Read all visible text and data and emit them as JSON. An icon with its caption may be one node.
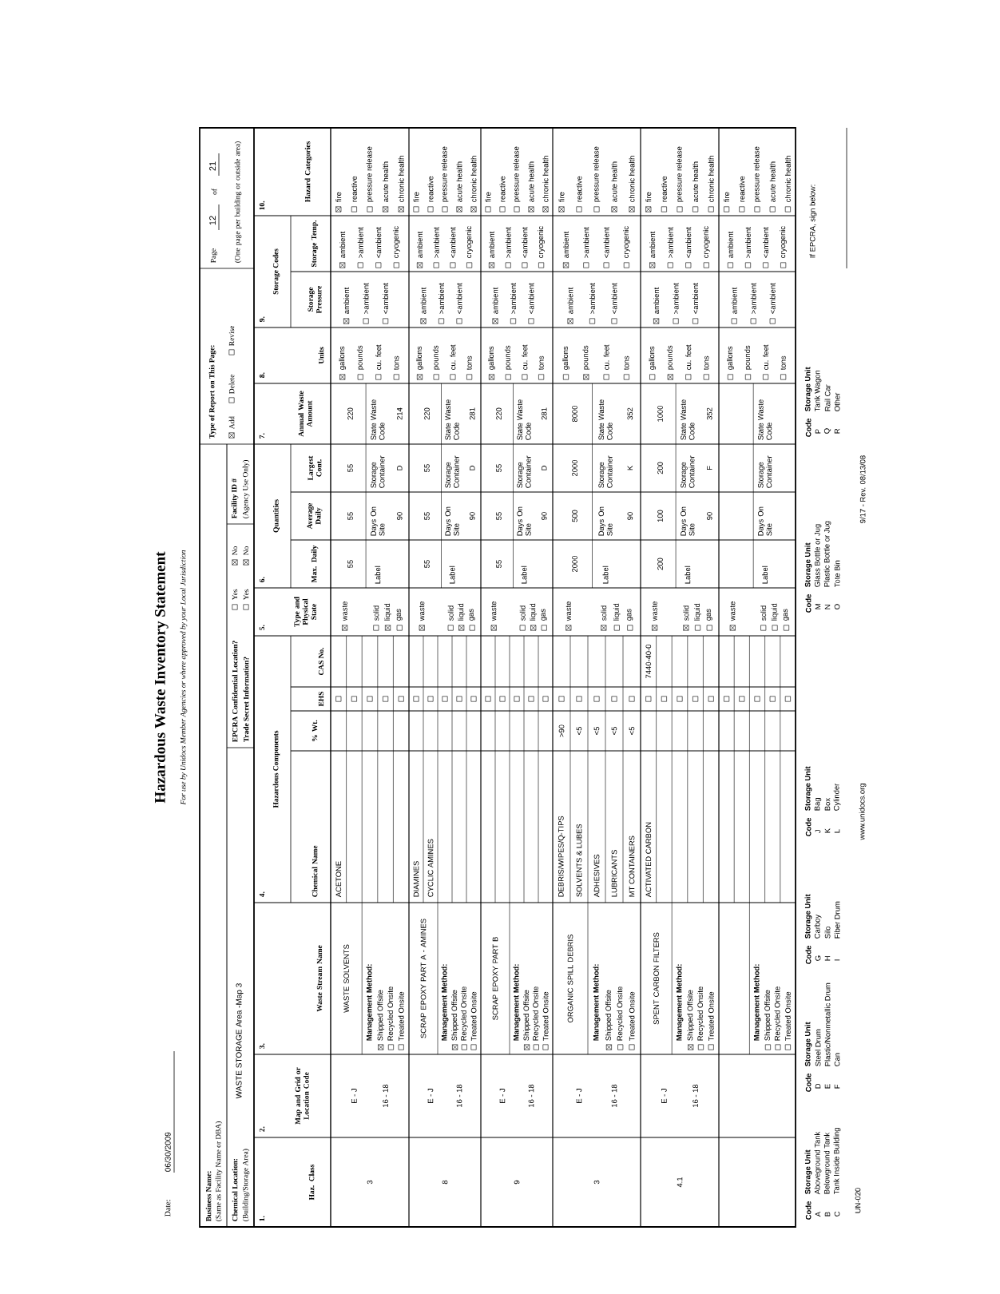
{
  "diagram": {
    "title": "Hazardous Waste Inventory Statement",
    "labels": [
      "Date:",
      "06/30/2009",
      "For use by Unidocs Member Agencies or where approved by your Local Jurisdiction",
      "Business Name:",
      "(Same as Facility Name or DBA)",
      "Chemical Location:",
      "(Building/Storage Area)",
      "WASTE STORAGE Area -Map 3",
      "EPCRA Confidential Location?",
      "Trade Secret Information?",
      "Yes",
      "No",
      "Yes",
      "No",
      "Facility ID #",
      "(Agency Use Only)",
      "Type of Report on This Page:",
      "Add",
      "Delete",
      "Revise",
      "Page",
      "12",
      "of",
      "21",
      "(One page per building or outside area)",
      "1.",
      "Haz. Class",
      "2.",
      "Map and Grid or Location Code",
      "3.",
      "Waste Stream Name",
      "4.",
      "Hazardous Components",
      "Chemical Name",
      "% Wt.",
      "EHS",
      "CAS No.",
      "5.",
      "Type and Physical State",
      "6.",
      "Quantities",
      "Max. Daily",
      "Average Daily",
      "Largest Cont.",
      "7.",
      "Annual Waste Amount",
      "8.",
      "Units",
      "9.",
      "Storage Codes",
      "Storage Pressure",
      "Storage Temp.",
      "10.",
      "Hazard Categories",
      "3",
      "E - J",
      "16 - 18",
      "WASTE SOLVENTS",
      "Management Method:",
      "Shipped Offsite",
      "Recycled Onsite",
      "Treated Onsite",
      "ACETONE",
      "waste",
      "solid",
      "liquid",
      "gas",
      "55",
      "55",
      "55",
      "220",
      "Label",
      "Days On Site",
      "90",
      "Storage Container",
      "D",
      "State Waste Code",
      "214",
      "gallons",
      "pounds",
      "cu. feet",
      "tons",
      "ambient",
      ">ambient",
      "<ambient",
      "ambient",
      ">ambient",
      "<ambient",
      "cryogenic",
      "fire",
      "reactive",
      "pressure release",
      "acute health",
      "chronic health",
      "8",
      "E - J",
      "16 - 18",
      "SCRAP EPOXY PART A - AMINES",
      "Management Method:",
      "Shipped Offsite",
      "Recycled Onsite",
      "Treated Onsite",
      "DIAMINES",
      "CYCLIC AMINES",
      "waste",
      "solid",
      "liquid",
      "gas",
      "55",
      "55",
      "55",
      "220",
      "Label",
      "Days On Site",
      "90",
      "Storage Container",
      "D",
      "State Waste Code",
      "281",
      "gallons",
      "pounds",
      "cu. feet",
      "tons",
      "ambient",
      ">ambient",
      "<ambient",
      "ambient",
      ">ambient",
      "<ambient",
      "cryogenic",
      "fire",
      "reactive",
      "pressure release",
      "acute health",
      "chronic health",
      "9",
      "E - J",
      "16 - 18",
      "SCRAP EPOXY PART B",
      "Management Method:",
      "Shipped Offsite",
      "Recycled Onsite",
      "Treated Onsite",
      "waste",
      "solid",
      "liquid",
      "gas",
      "55",
      "55",
      "55",
      "220",
      "Label",
      "Days On Site",
      "90",
      "Storage Container",
      "D",
      "State Waste Code",
      "281",
      "gallons",
      "pounds",
      "cu. feet",
      "tons",
      "ambient",
      ">ambient",
      "<ambient",
      "ambient",
      ">ambient",
      "<ambient",
      "cryogenic",
      "fire",
      "reactive",
      "pressure release",
      "acute health",
      "chronic health",
      "3",
      "E - J",
      "16 - 18",
      "ORGANIC SPILL DEBRIS",
      "Management Method:",
      "Shipped Offsite",
      "Recycled Onsite",
      "Treated Onsite",
      "DEBRIS/WIPES/Q-TIPS",
      ">90",
      "SOLVENTS & LUBES",
      "<5",
      "ADHESIVES",
      "<5",
      "LUBRICANTS",
      "<5",
      "MT CONTAINERS",
      "<5",
      "waste",
      "solid",
      "liquid",
      "gas",
      "2000",
      "500",
      "2000",
      "8000",
      "Label",
      "Days On Site",
      "90",
      "Storage Container",
      "K",
      "State Waste Code",
      "352",
      "gallons",
      "pounds",
      "cu. feet",
      "tons",
      "ambient",
      ">ambient",
      "<ambient",
      "ambient",
      ">ambient",
      "<ambient",
      "cryogenic",
      "fire",
      "reactive",
      "pressure release",
      "acute health",
      "chronic health",
      "4.1",
      "E - J",
      "16 - 18",
      "SPENT CARBON FILTERS",
      "Management Method:",
      "Shipped Offsite",
      "Recycled Onsite",
      "Treated Onsite",
      "ACTIVATED CARBON",
      "7440-40-0",
      "waste",
      "solid",
      "liquid",
      "gas",
      "200",
      "100",
      "200",
      "1000",
      "Label",
      "Days On Site",
      "90",
      "Storage Container",
      "F",
      "State Waste Code",
      "352",
      "gallons",
      "pounds",
      "cu. feet",
      "tons",
      "ambient",
      ">ambient",
      "<ambient",
      "ambient",
      ">ambient",
      "<ambient",
      "cryogenic",
      "fire",
      "reactive",
      "pressure release",
      "acute health",
      "chronic health",
      "Management Method:",
      "Shipped Offsite",
      "Recycled Onsite",
      "Treated Onsite",
      "waste",
      "solid",
      "liquid",
      "gas",
      "Label",
      "Days On Site",
      "Storage Container",
      "State Waste Code",
      "gallons",
      "pounds",
      "cu. feet",
      "tons",
      "ambient",
      ">ambient",
      "<ambient",
      "ambient",
      ">ambient",
      "<ambient",
      "cryogenic",
      "fire",
      "reactive",
      "pressure release",
      "acute health",
      "chronic health",
      "Code",
      "Storage Unit",
      "A",
      "Aboveground Tank",
      "B",
      "Belowground Tank",
      "C",
      "Tank Inside Building",
      "Code",
      "Storage Unit",
      "D",
      "Steel Drum",
      "E",
      "Plastic/Nonmetallic Drum",
      "F",
      "Can",
      "Code",
      "Storage Unit",
      "G",
      "Carboy",
      "H",
      "Silo",
      "I",
      "Fiber Drum",
      "Code",
      "Storage Unit",
      "J",
      "Bag",
      "K",
      "Box",
      "L",
      "Cylinder",
      "Code",
      "Storage Unit",
      "M",
      "Glass Bottle or Jug",
      "N",
      "Plastic Bottle or Jug",
      "O",
      "Tote Bin",
      "Code",
      "Storage Unit",
      "P",
      "Tank Wagon",
      "Q",
      "Rail Car",
      "R",
      "Other",
      "If EPCRA, sign below:",
      "UN-020",
      "www.unidocs.org",
      "9/17 - Rev. 08/13/08"
    ]
  }
}
